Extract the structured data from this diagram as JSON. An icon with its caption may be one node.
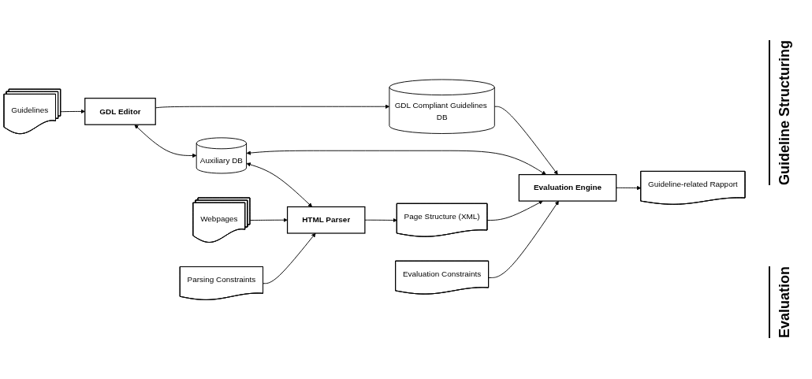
{
  "diagram": {
    "nodes": [
      {
        "text": [
          "Guidelines"
        ]
      },
      {
        "text": [
          "GDL Editor"
        ]
      },
      {
        "text": [
          "GDL Compliant Guidelines DB"
        ]
      },
      {
        "text": [
          "Auxiliary DB"
        ]
      },
      {
        "text": [
          "Webpages"
        ]
      },
      {
        "text": [
          "HTML Parser"
        ]
      },
      {
        "text": [
          "Page Structure (XML)"
        ]
      },
      {
        "text": [
          "Evaluation Engine"
        ]
      },
      {
        "text": [
          "Guideline-related Rapport"
        ]
      },
      {
        "text": [
          "Parsing Constraints"
        ]
      },
      {
        "text": [
          "Evaluation Constraints"
        ]
      }
    ],
    "edges": [
      {
        "from": 0,
        "to": 1,
        "arrow": "to"
      },
      {
        "from": 1,
        "to": 2,
        "arrow": "to"
      },
      {
        "from": 1,
        "to": 3,
        "arrow": "both"
      },
      {
        "from": 3,
        "to": 5,
        "arrow": "both"
      },
      {
        "from": 2,
        "to": 7,
        "arrow": "to"
      },
      {
        "from": 3,
        "to": 7,
        "arrow": "both"
      },
      {
        "from": 4,
        "to": 5,
        "arrow": "to"
      },
      {
        "from": 9,
        "to": 5,
        "arrow": "to"
      },
      {
        "from": 5,
        "to": 6,
        "arrow": "to"
      },
      {
        "from": 6,
        "to": 7,
        "arrow": "to"
      },
      {
        "from": 10,
        "to": 7,
        "arrow": "to"
      },
      {
        "from": 7,
        "to": 8,
        "arrow": "to"
      }
    ],
    "labels": [
      "Guideline Structuring",
      "Evaluation"
    ]
  }
}
